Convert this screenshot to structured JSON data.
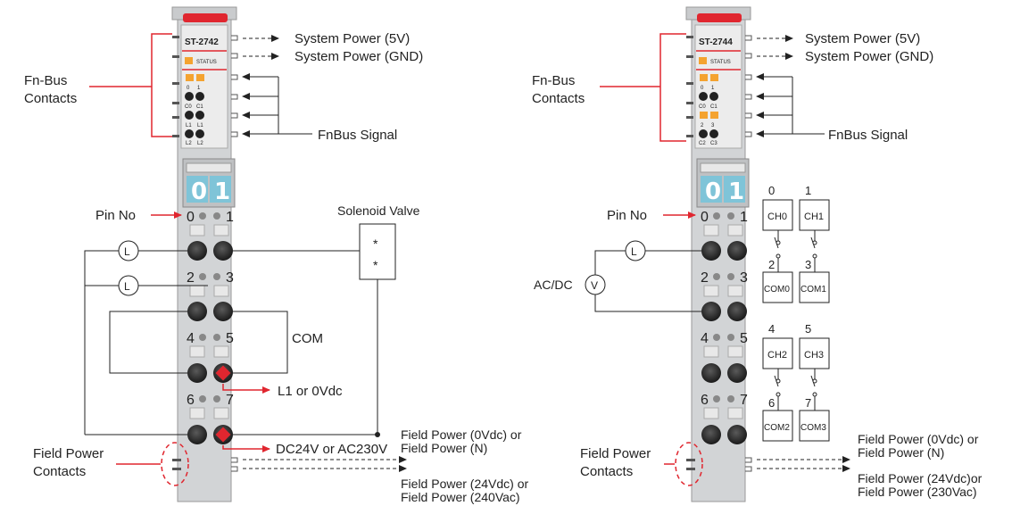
{
  "left": {
    "model": "ST-2742",
    "status": "STATUS",
    "led_rows": [
      [
        "0",
        "1"
      ],
      [
        "C0",
        "C1"
      ],
      [
        "L1",
        "L1"
      ],
      [
        "L2",
        "L2"
      ]
    ],
    "selector": [
      "0",
      "1"
    ],
    "pins": [
      "0",
      "1",
      "2",
      "3",
      "4",
      "5",
      "6",
      "7"
    ],
    "labels": {
      "sys_power_5v": "System Power (5V)",
      "sys_power_gnd": "System Power (GND)",
      "fn_bus_contacts_1": "Fn-Bus",
      "fn_bus_contacts_2": "Contacts",
      "fnbus_signal": "FnBus Signal",
      "pin_no": "Pin No",
      "solenoid_valve": "Solenoid Valve",
      "solenoid_stars": "* *",
      "com": "COM",
      "l1_or_0vdc": "L1 or 0Vdc",
      "dc24v": "DC24V or AC230V",
      "field_power_contacts_1": "Field Power",
      "field_power_contacts_2": "Contacts",
      "fp_0vdc_1": "Field Power (0Vdc) or",
      "fp_0vdc_2": "Field Power (N)",
      "fp_24vdc_1": "Field Power (24Vdc) or",
      "fp_24vdc_2": "Field Power (240Vac)",
      "load": "L"
    }
  },
  "right": {
    "model": "ST-2744",
    "status": "STATUS",
    "led_rows": [
      [
        "0",
        "1"
      ],
      [
        "C0",
        "C1"
      ],
      [
        "2",
        "3"
      ],
      [
        "C2",
        "C3"
      ]
    ],
    "selector": [
      "0",
      "1"
    ],
    "pins": [
      "0",
      "1",
      "2",
      "3",
      "4",
      "5",
      "6",
      "7"
    ],
    "labels": {
      "sys_power_5v": "System Power (5V)",
      "sys_power_gnd": "System Power (GND)",
      "fn_bus_contacts_1": "Fn-Bus",
      "fn_bus_contacts_2": "Contacts",
      "fnbus_signal": "FnBus Signal",
      "pin_no": "Pin No",
      "ac_dc": "AC/DC",
      "voltage": "V",
      "load": "L",
      "field_power_contacts_1": "Field Power",
      "field_power_contacts_2": "Contacts",
      "fp_0vdc_1": "Field Power (0Vdc) or",
      "fp_0vdc_2": "Field Power (N)",
      "fp_24vdc_1": "Field Power (24Vdc)or",
      "fp_24vdc_2": "Field Power (230Vac)"
    },
    "channels": [
      {
        "num": "0",
        "ch": "CH0",
        "com_num": "2",
        "com": "COM0"
      },
      {
        "num": "1",
        "ch": "CH1",
        "com_num": "3",
        "com": "COM1"
      },
      {
        "num": "4",
        "ch": "CH2",
        "com_num": "6",
        "com": "COM2"
      },
      {
        "num": "5",
        "ch": "CH3",
        "com_num": "7",
        "com": "COM3"
      }
    ]
  },
  "colors": {
    "accent_red": "#e0262f",
    "module_gray": "#d2d4d6",
    "selector_blue": "#7fc4d8",
    "led_orange": "#f4a330",
    "terminal_dark": "#2a2a2a"
  }
}
